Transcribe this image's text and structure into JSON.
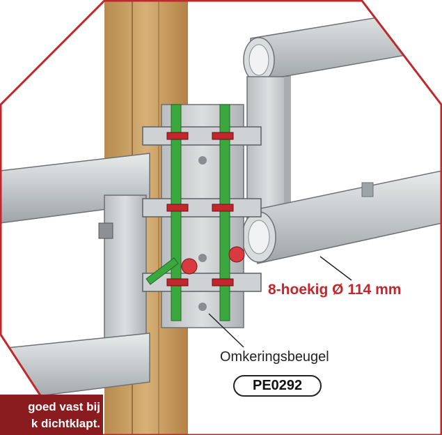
{
  "callouts": {
    "octagon_size": "8-hoekig Ø 114 mm",
    "bracket_name": "Omkeringsbeugel",
    "part_number": "PE0292"
  },
  "banner": {
    "line1": "goed vast bij",
    "line2": "k dichtklapt."
  },
  "colors": {
    "frame_red": "#c0282d",
    "wood": "#c9a165",
    "metal": "#c9ccce",
    "green_rod": "#3aa83e",
    "red_knob": "#d93a3e",
    "banner_bg": "#8a1c1f"
  }
}
